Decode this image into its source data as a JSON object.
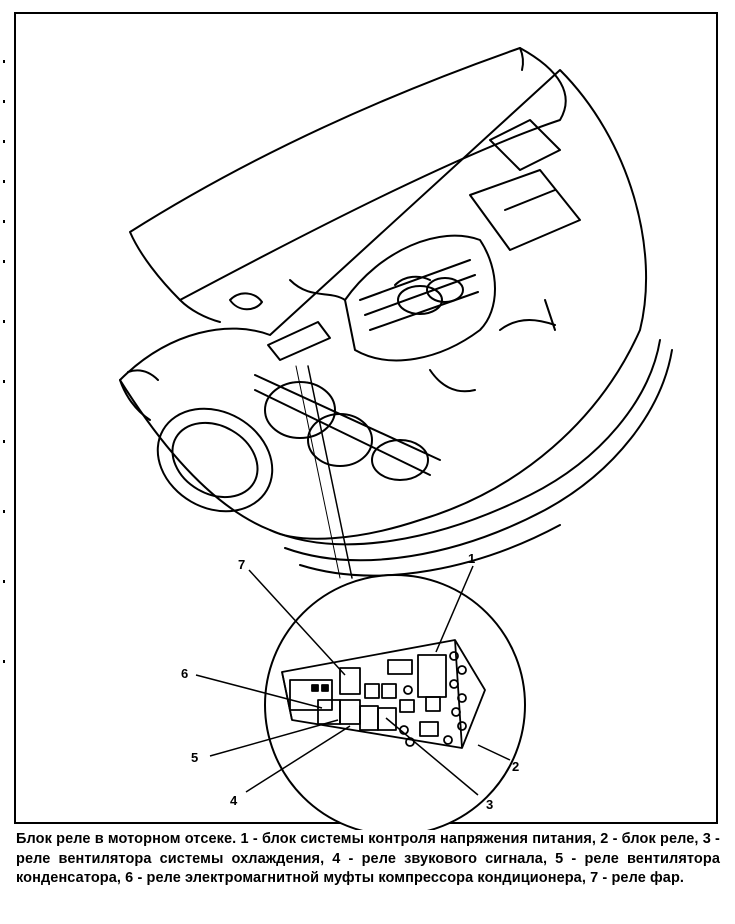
{
  "figure": {
    "callouts": {
      "c1": "1",
      "c2": "2",
      "c3": "3",
      "c4": "4",
      "c5": "5",
      "c6": "6",
      "c7": "7"
    }
  },
  "caption": {
    "text": "Блок реле в моторном отсеке. 1 - блок системы контроля напряжения питания, 2 - блок реле, 3 - реле вентилятора системы охлаждения, 4 - реле звукового сигнала, 5 - реле вентилятора конденсатора, 6 - реле электромагнитной муфты компрессора кондиционера, 7 - реле фар."
  }
}
